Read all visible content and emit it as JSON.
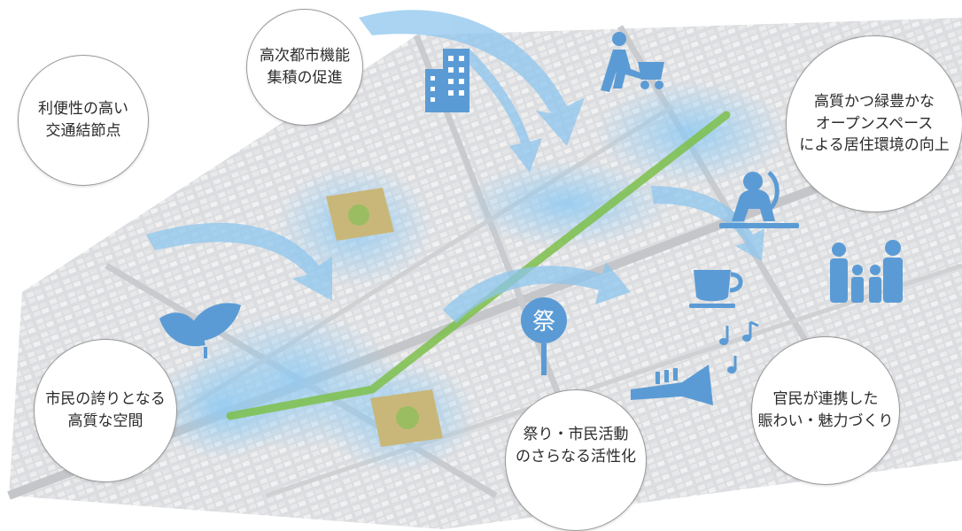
{
  "bubbles": {
    "transport": {
      "line1": "利便性の高い",
      "line2": "交通結節点"
    },
    "urban": {
      "line1": "高次都市機能",
      "line2": "集積の促進"
    },
    "openspace": {
      "line1": "高質かつ緑豊かな",
      "line2": "オープンスペース",
      "line3": "による居住環境の向上"
    },
    "pride": {
      "line1": "市民の誇りとなる",
      "line2": "高質な空間"
    },
    "collab": {
      "line1": "官民が連携した",
      "line2": "賑わい・魅力づくり"
    },
    "festival": {
      "line1": "祭り・市民活動",
      "line2": "のさらなる活性化"
    }
  },
  "icons": {
    "fan_glyph": "祭",
    "names": [
      "building-icon",
      "stroller-icon",
      "yoga-icon",
      "family-icon",
      "coffee-cup-icon",
      "music-notes-icon",
      "trumpet-icon",
      "festival-fan-icon",
      "leaf-icon"
    ]
  },
  "colors": {
    "icon_blue": "#5b9bd5",
    "arrow_blue": "#8ec5ee",
    "glow_blue": "#a9d6f5",
    "park_green": "#7cbf4a",
    "map_gray": "#d9dadc",
    "road_gray": "#c4c6c9"
  }
}
